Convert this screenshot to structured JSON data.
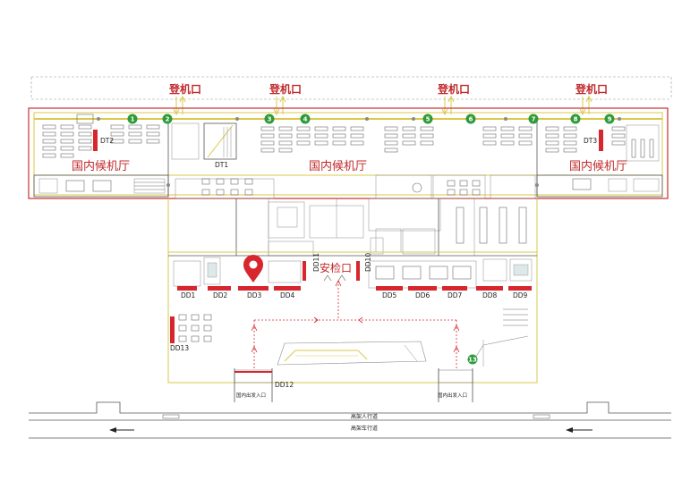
{
  "colors": {
    "accent_red": "#c0282a",
    "counter_red": "#d7262d",
    "marker_green": "#2e9a3a",
    "border_red": "#c9302c",
    "yellow_line": "#d9c94a"
  },
  "boarding": {
    "label": "登机口",
    "positions_count": 4
  },
  "halls": {
    "left": "国内候机厅",
    "center": "国内候机厅",
    "right": "国内候机厅"
  },
  "gate_numbers": [
    "1",
    "2",
    "3",
    "4",
    "5",
    "6",
    "7",
    "8",
    "9"
  ],
  "gate_13": "13",
  "elevators": {
    "dt1": "DT1",
    "dt2": "DT2",
    "dt3": "DT3"
  },
  "security": {
    "label": "安检口",
    "dd10": "DD10",
    "dd11": "DD11"
  },
  "counters": [
    "DD1",
    "DD2",
    "DD3",
    "DD4",
    "DD5",
    "DD6",
    "DD7",
    "DD8",
    "DD9"
  ],
  "dd12": "DD12",
  "dd13": "DD13",
  "entrances": {
    "left": "国内出发入口",
    "right": "国内出发入口"
  },
  "roads": {
    "pedestrian": "高架人行道",
    "vehicle": "高架车行道"
  },
  "location_marker_icon": "location-pin-icon"
}
